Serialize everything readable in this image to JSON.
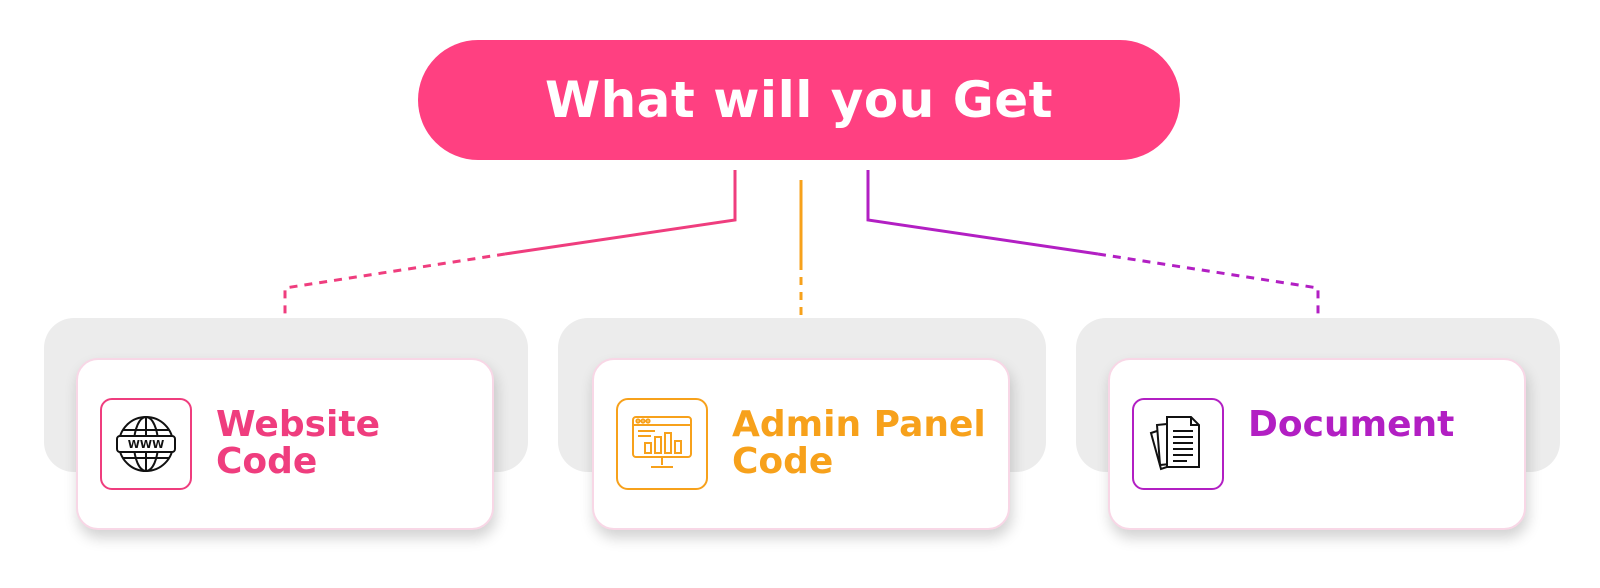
{
  "title": "What will you Get",
  "colors": {
    "title_bg": "#ff4081",
    "website": "#ef3d7e",
    "admin": "#f7a11b",
    "document": "#b21fc3",
    "panel_bg": "#ececec",
    "card_border": "#f8d7e6"
  },
  "cards": [
    {
      "line1": "Website",
      "line2": "Code",
      "icon": "globe-www-icon"
    },
    {
      "line1": "Admin Panel",
      "line2": "Code",
      "icon": "dashboard-monitor-icon"
    },
    {
      "line1": "Document",
      "line2": "",
      "icon": "documents-stack-icon"
    }
  ]
}
